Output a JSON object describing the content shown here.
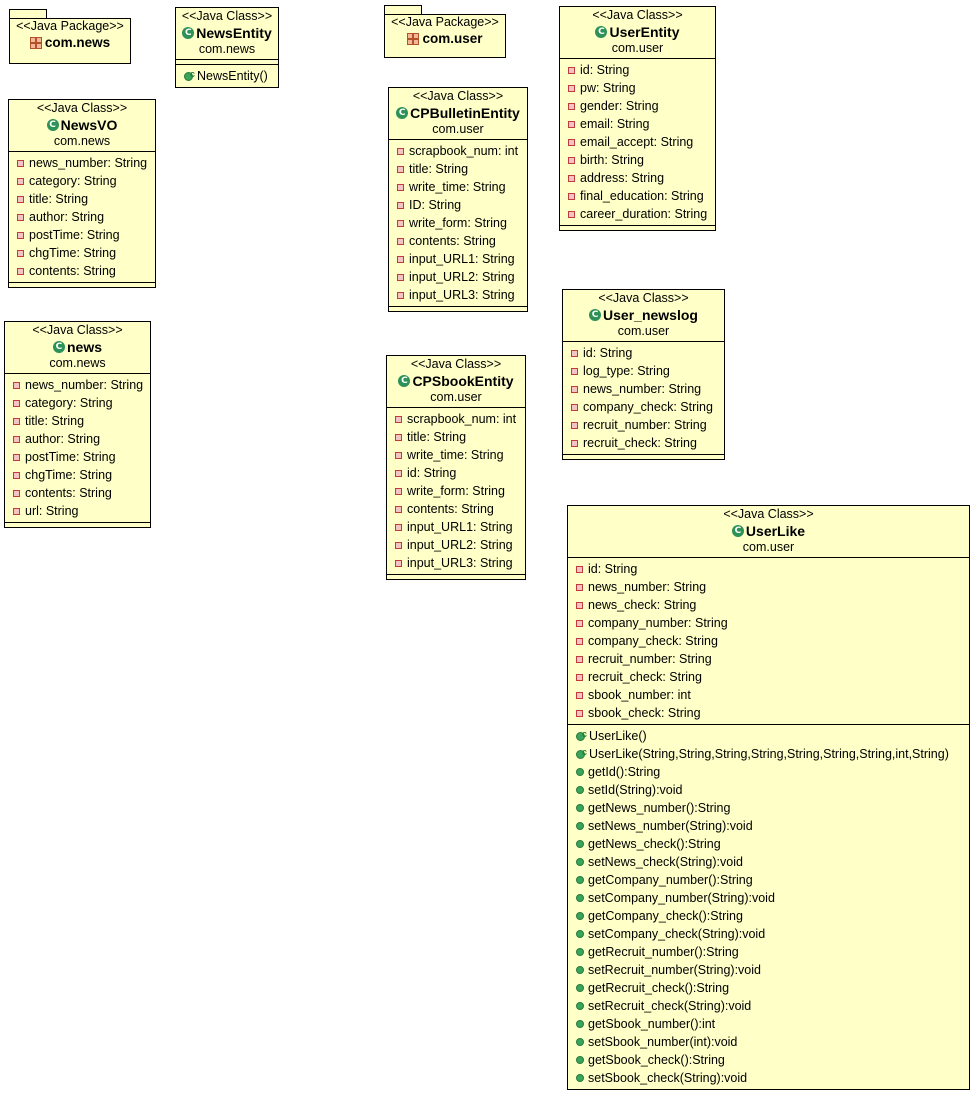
{
  "packages": {
    "com_news": {
      "stereotype": "<<Java Package>>",
      "name": "com.news"
    },
    "com_user": {
      "stereotype": "<<Java Package>>",
      "name": "com.user"
    }
  },
  "classes": {
    "NewsEntity": {
      "stereotype": "<<Java Class>>",
      "name": "NewsEntity",
      "package": "com.news",
      "attributes": [],
      "operations": [
        "NewsEntity()"
      ]
    },
    "NewsVO": {
      "stereotype": "<<Java Class>>",
      "name": "NewsVO",
      "package": "com.news",
      "attributes": [
        "news_number: String",
        "category: String",
        "title: String",
        "author: String",
        "postTime: String",
        "chgTime: String",
        "contents: String"
      ]
    },
    "news": {
      "stereotype": "<<Java Class>>",
      "name": "news",
      "package": "com.news",
      "attributes": [
        "news_number: String",
        "category: String",
        "title: String",
        "author: String",
        "postTime: String",
        "chgTime: String",
        "contents: String",
        "url: String"
      ]
    },
    "CPBulletinEntity": {
      "stereotype": "<<Java Class>>",
      "name": "CPBulletinEntity",
      "package": "com.user",
      "attributes": [
        "scrapbook_num: int",
        "title: String",
        "write_time: String",
        "ID: String",
        "write_form: String",
        "contents: String",
        "input_URL1: String",
        "input_URL2: String",
        "input_URL3: String"
      ]
    },
    "CPSbookEntity": {
      "stereotype": "<<Java Class>>",
      "name": "CPSbookEntity",
      "package": "com.user",
      "attributes": [
        "scrapbook_num: int",
        "title: String",
        "write_time: String",
        "id: String",
        "write_form: String",
        "contents: String",
        "input_URL1: String",
        "input_URL2: String",
        "input_URL3: String"
      ]
    },
    "UserEntity": {
      "stereotype": "<<Java Class>>",
      "name": "UserEntity",
      "package": "com.user",
      "attributes": [
        "id: String",
        "pw: String",
        "gender: String",
        "email: String",
        "email_accept: String",
        "birth: String",
        "address: String",
        "final_education: String",
        "career_duration: String"
      ]
    },
    "User_newslog": {
      "stereotype": "<<Java Class>>",
      "name": "User_newslog",
      "package": "com.user",
      "attributes": [
        "id: String",
        "log_type: String",
        "news_number: String",
        "company_check: String",
        "recruit_number: String",
        "recruit_check: String"
      ]
    },
    "UserLike": {
      "stereotype": "<<Java Class>>",
      "name": "UserLike",
      "package": "com.user",
      "attributes": [
        "id: String",
        "news_number: String",
        "news_check: String",
        "company_number: String",
        "company_check: String",
        "recruit_number: String",
        "recruit_check: String",
        "sbook_number: int",
        "sbook_check: String"
      ],
      "constructors": [
        "UserLike()",
        "UserLike(String,String,String,String,String,String,String,int,String)"
      ],
      "operations": [
        "getId():String",
        "setId(String):void",
        "getNews_number():String",
        "setNews_number(String):void",
        "getNews_check():String",
        "setNews_check(String):void",
        "getCompany_number():String",
        "setCompany_number(String):void",
        "getCompany_check():String",
        "setCompany_check(String):void",
        "getRecruit_number():String",
        "setRecruit_number(String):void",
        "getRecruit_check():String",
        "setRecruit_check(String):void",
        "getSbook_number():int",
        "setSbook_number(int):void",
        "getSbook_check():String",
        "setSbook_check(String):void"
      ]
    }
  },
  "icons": {
    "class_icon_glyph": "C",
    "class_icon_color": "#2e9157",
    "field_icon_color": "#c23b3b",
    "method_icon_color": "#3aa55a",
    "package_icon_color": "#b0532a",
    "box_fill": "#ffffc8"
  }
}
